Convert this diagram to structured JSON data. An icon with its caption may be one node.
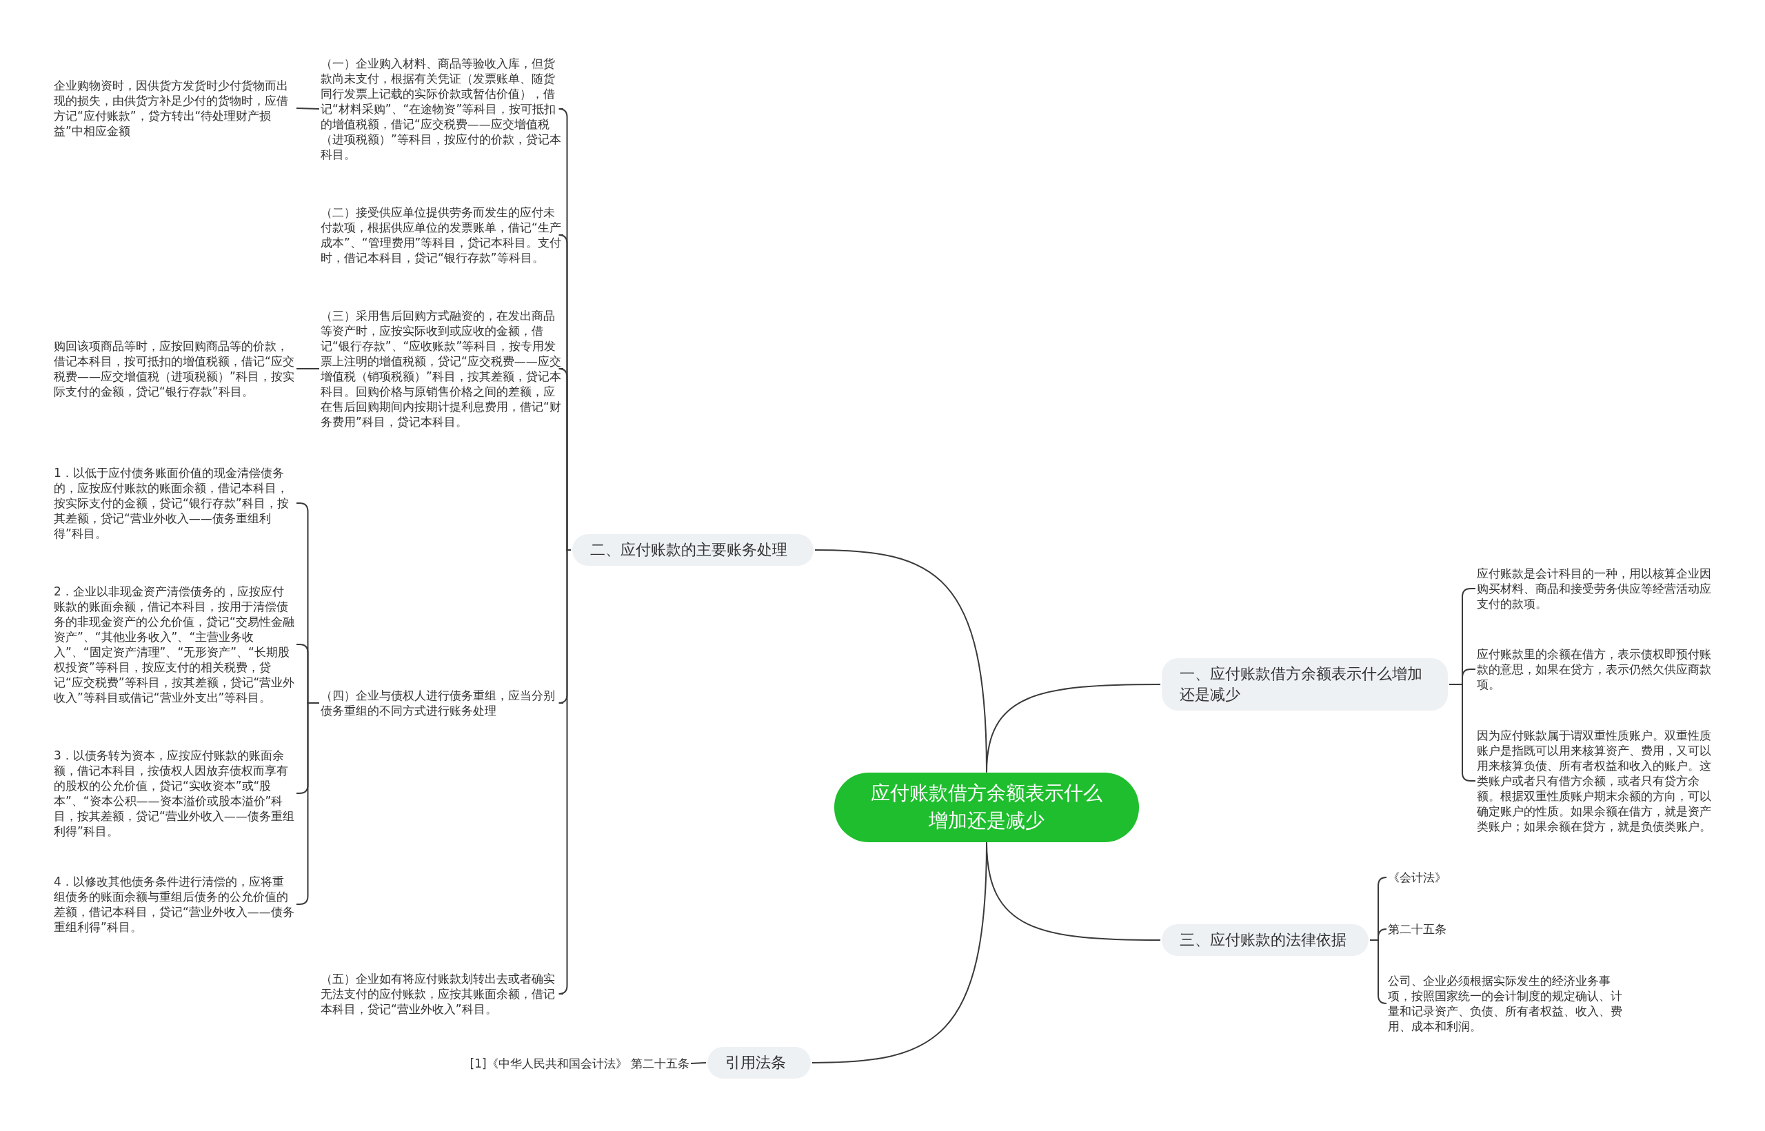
{
  "diagram": {
    "nodes": [
      {
        "text": [
          "应付账款借方余额表示什么增加还是减少"
        ]
      },
      {
        "text": [
          "二、应付账款的主要账务处理"
        ]
      },
      {
        "text": [
          "（一）企业购入材料、商品等验收入库，但货款尚未支付，根据有关凭证（发票账单、随货同行发票上记载的实际价款或暂估价值），借记“材料采购”、“在途物资”等科目，按可抵扣的增值税额，借记“应交税费——应交增值税（进项税额）”等科目，按应付的价款，贷记本科目。"
        ]
      },
      {
        "text": [
          "（二）接受供应单位提供劳务而发生的应付未付款项，根据供应单位的发票账单，借记“生产成本”、“管理费用”等科目，贷记本科目。支付时，借记本科目，贷记“银行存款”等科目。"
        ]
      },
      {
        "text": [
          "（三）采用售后回购方式融资的，在发出商品等资产时，应按实际收到或应收的金额，借记“银行存款”、“应收账款”等科目，按专用发票上注明的增值税额，贷记“应交税费——应交增值税（销项税额）”科目，按其差额，贷记本科目。回购价格与原销售价格之间的差额，应在售后回购期间内按期计提利息费用，借记“财务费用”科目，贷记本科目。"
        ]
      },
      {
        "text": [
          "（四）企业与债权人进行债务重组，应当分别债务重组的不同方式进行账务处理"
        ]
      },
      {
        "text": [
          "（五）企业如有将应付账款划转出去或者确实无法支付的应付账款，应按其账面余额，借记本科目，贷记“营业外收入”科目。"
        ]
      },
      {
        "text": [
          "企业购物资时，因供货方发货时少付货物而出现的损失，由供货方补足少付的货物时，应借方记“应付账款”，贷方转出“待处理财产损益”中相应金额"
        ]
      },
      {
        "text": [
          "购回该项商品等时，应按回购商品等的价款，借记本科目，按可抵扣的增值税额，借记“应交税费——应交增值税（进项税额）”科目，按实际支付的金额，贷记“银行存款”科目。"
        ]
      },
      {
        "text": [
          "1．以低于应付债务账面价值的现金清偿债务的，应按应付账款的账面余额，借记本科目，按实际支付的金额，贷记“银行存款”科目，按其差额，贷记“营业外收入——债务重组利得”科目。"
        ]
      },
      {
        "text": [
          "2．企业以非现金资产清偿债务的，应按应付账款的账面余额，借记本科目，按用于清偿债务的非现金资产的公允价值，贷记“交易性金融资产”、“其他业务收入”、“主营业务收入”、“固定资产清理”、“无形资产”、“长期股权投资”等科目，按应支付的相关税费，贷记“应交税费”等科目，按其差额，贷记“营业外收入”等科目或借记“营业外支出”等科目。"
        ]
      },
      {
        "text": [
          "3．以债务转为资本，应按应付账款的账面余额，借记本科目，按债权人因放弃债权而享有的股权的公允价值，贷记“实收资本”或“股本”、“资本公积——资本溢价或股本溢价”科目，按其差额，贷记“营业外收入——债务重组利得”科目。"
        ]
      },
      {
        "text": [
          "4．以修改其他债务条件进行清偿的，应将重组债务的账面余额与重组后债务的公允价值的差额，借记本科目，贷记“营业外收入——债务重组利得”科目。"
        ]
      },
      {
        "text": [
          "一、应付账款借方余额表示什么增加还是减少"
        ]
      },
      {
        "text": [
          "应付账款是会计科目的一种，用以核算企业因购买材料、商品和接受劳务供应等经营活动应支付的款项。"
        ]
      },
      {
        "text": [
          "应付账款里的余额在借方，表示债权即预付账款的意思，如果在贷方，表示仍然欠供应商款项。"
        ]
      },
      {
        "text": [
          "因为应付账款属于谓双重性质账户。双重性质账户是指既可以用来核算资产、费用，又可以用来核算负债、所有者权益和收入的账户。这类账户或者只有借方余额，或者只有贷方余额。根据双重性质账户期末余额的方向，可以确定账户的性质。如果余额在借方，就是资产类账户；如果余额在贷方，就是负债类账户。"
        ]
      },
      {
        "text": [
          "三、应付账款的法律依据"
        ]
      },
      {
        "text": [
          "《会计法》"
        ]
      },
      {
        "text": [
          "第二十五条"
        ]
      },
      {
        "text": [
          "公司、企业必须根据实际发生的经济业务事项，按照国家统一的会计制度的规定确认、计量和记录资产、负债、所有者权益、收入、费用、成本和利润。"
        ]
      },
      {
        "text": [
          "引用法条"
        ]
      },
      {
        "text": [
          "[1]《中华人民共和国会计法》 第二十五条"
        ]
      }
    ],
    "edges": [
      {
        "from": 0,
        "to": 1,
        "arrow": "none"
      },
      {
        "from": 1,
        "to": 2,
        "arrow": "none"
      },
      {
        "from": 1,
        "to": 3,
        "arrow": "none"
      },
      {
        "from": 1,
        "to": 4,
        "arrow": "none"
      },
      {
        "from": 1,
        "to": 5,
        "arrow": "none"
      },
      {
        "from": 1,
        "to": 6,
        "arrow": "none"
      },
      {
        "from": 2,
        "to": 7,
        "arrow": "none"
      },
      {
        "from": 4,
        "to": 8,
        "arrow": "none"
      },
      {
        "from": 5,
        "to": 9,
        "arrow": "none"
      },
      {
        "from": 5,
        "to": 10,
        "arrow": "none"
      },
      {
        "from": 5,
        "to": 11,
        "arrow": "none"
      },
      {
        "from": 5,
        "to": 12,
        "arrow": "none"
      },
      {
        "from": 0,
        "to": 13,
        "arrow": "none"
      },
      {
        "from": 13,
        "to": 14,
        "arrow": "none"
      },
      {
        "from": 13,
        "to": 15,
        "arrow": "none"
      },
      {
        "from": 13,
        "to": 16,
        "arrow": "none"
      },
      {
        "from": 0,
        "to": 17,
        "arrow": "none"
      },
      {
        "from": 17,
        "to": 18,
        "arrow": "none"
      },
      {
        "from": 17,
        "to": 19,
        "arrow": "none"
      },
      {
        "from": 17,
        "to": 20,
        "arrow": "none"
      },
      {
        "from": 0,
        "to": 21,
        "arrow": "none"
      },
      {
        "from": 21,
        "to": 22,
        "arrow": "none"
      }
    ]
  }
}
